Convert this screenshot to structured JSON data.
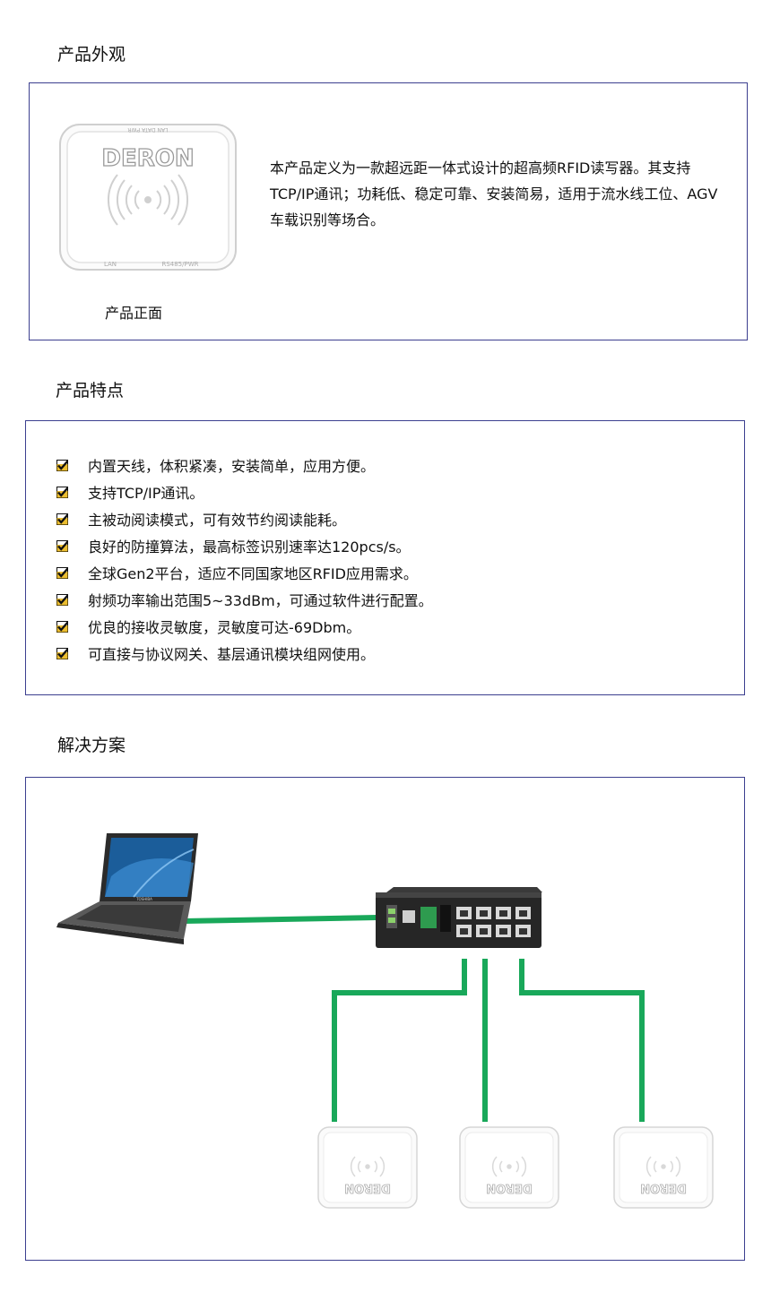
{
  "sections": {
    "appearance_title": "产品外观",
    "features_title": "产品特点",
    "solution_title": "解决方案"
  },
  "appearance": {
    "front_caption": "产品正面",
    "description": "本产品定义为一款超远距一体式设计的超高频RFID读写器。其支持TCP/IP通讯；功耗低、稳定可靠、安装简易，适用于流水线工位、AGV车载识别等场合。",
    "reader_logo": "DERON",
    "reader_top_label": "LAN DATA PWR",
    "reader_bottom_left": "LAN",
    "reader_bottom_right": "RS485/PWR"
  },
  "features": [
    "内置天线，体积紧凑，安装简单，应用方便。",
    "支持TCP/IP通讯。",
    "主被动阅读模式，可有效节约阅读能耗。",
    "良好的防撞算法，最高标签识别速率达120pcs/s。",
    "全球Gen2平台，适应不同国家地区RFID应用需求。",
    "射频功率输出范围5~33dBm，可通过软件进行配置。",
    "优良的接收灵敏度，灵敏度可达-69Dbm。",
    "可直接与协议网关、基层通讯模块组网使用。"
  ],
  "solution": {
    "reader_logo": "DERON",
    "laptop_brand": "TOSHIBA"
  },
  "colors": {
    "box_border": "#3c3f8f",
    "cable_green": "#19a85a",
    "check_yellow": "#e8b10c"
  },
  "icons": {
    "feature_bullet": "checkbox-check-icon"
  }
}
